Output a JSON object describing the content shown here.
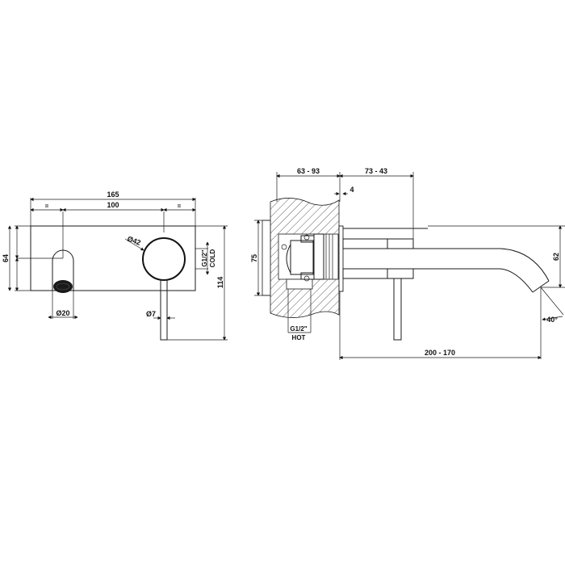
{
  "drawing": {
    "title": "Wall-mounted basin mixer technical drawing",
    "colors": {
      "line": "#1a1a1a",
      "background": "#ffffff",
      "hatch": "#333333"
    },
    "front_view": {
      "dimensions": {
        "overall_width": "165",
        "center_distance": "100",
        "height_overall": "114",
        "plate_height": "64",
        "spout_diameter": "Ø20",
        "handle_diameter": "Ø42",
        "lever_diameter": "Ø7",
        "cold_thread": "G1/2\"",
        "cold_label": "COLD",
        "tick_small": "="
      }
    },
    "side_view": {
      "dimensions": {
        "wall_depth": "63 - 93",
        "projection": "73 - 43",
        "plate_thickness": "4",
        "body_height": "75",
        "spout_drop": "62",
        "spout_angle": "40°",
        "spout_reach": "200 - 170",
        "hot_thread": "G1/2\"",
        "hot_label": "HOT"
      }
    }
  }
}
